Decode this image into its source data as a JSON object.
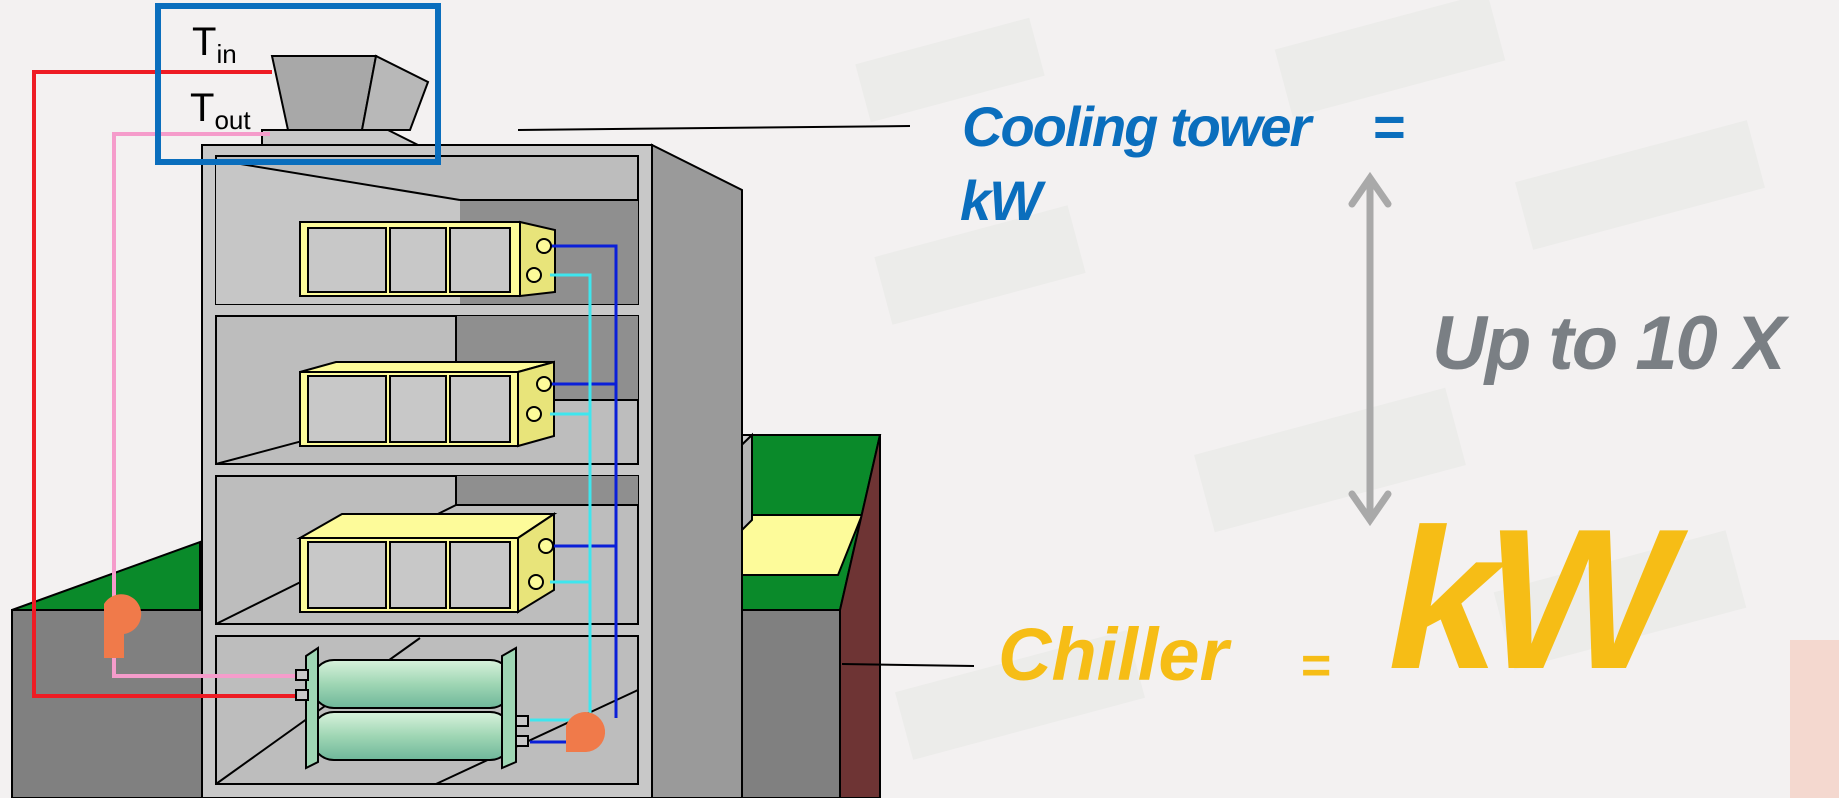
{
  "cooling_tower": {
    "label": "Cooling tower",
    "equals": "=",
    "unit": "kW"
  },
  "ratio": {
    "label": "Up to 10 X"
  },
  "chiller": {
    "label": "Chiller",
    "equals": "=",
    "unit": "kW"
  },
  "temps": {
    "t_in_base": "T",
    "t_in_sub": "in",
    "t_out_base": "T",
    "t_out_sub": "out"
  },
  "colors": {
    "cooling_tower_text": "#0a6ebd",
    "ratio_text": "#7a7f84",
    "chiller_text": "#f6bd16",
    "condenser_supply": "#ee1c24",
    "condenser_return": "#f59ccb",
    "chilled_supply": "#0a1fd8",
    "chilled_return": "#3ee6ee",
    "pump": "#f07a4a",
    "highlight_box": "#0a6ebd"
  },
  "icons": [
    "cooling-tower-icon",
    "chiller-icon",
    "pump-icon",
    "air-handler-icon",
    "double-arrow-icon"
  ]
}
